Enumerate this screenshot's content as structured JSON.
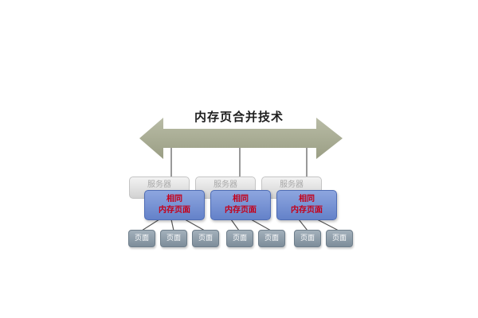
{
  "arrow": {
    "title": "内存页合并技术",
    "color": "#a9ad94"
  },
  "servers": [
    {
      "label": "服务器"
    },
    {
      "label": "服务器"
    },
    {
      "label": "服务器"
    }
  ],
  "shared_pages": [
    {
      "line1": "相同",
      "line2": "内存页面"
    },
    {
      "line1": "相同",
      "line2": "内存页面"
    },
    {
      "line1": "相同",
      "line2": "内存页面"
    }
  ],
  "vms": [
    {
      "label": "页面"
    },
    {
      "label": "页面"
    },
    {
      "label": "页面"
    },
    {
      "label": "页面"
    },
    {
      "label": "页面"
    },
    {
      "label": "页面"
    },
    {
      "label": "页面"
    }
  ],
  "colors": {
    "shared_text": "#c4001a",
    "shared_fill": "#6f8bd0",
    "vm_fill": "#8898a5",
    "server_fill": "#e2e2e2"
  }
}
